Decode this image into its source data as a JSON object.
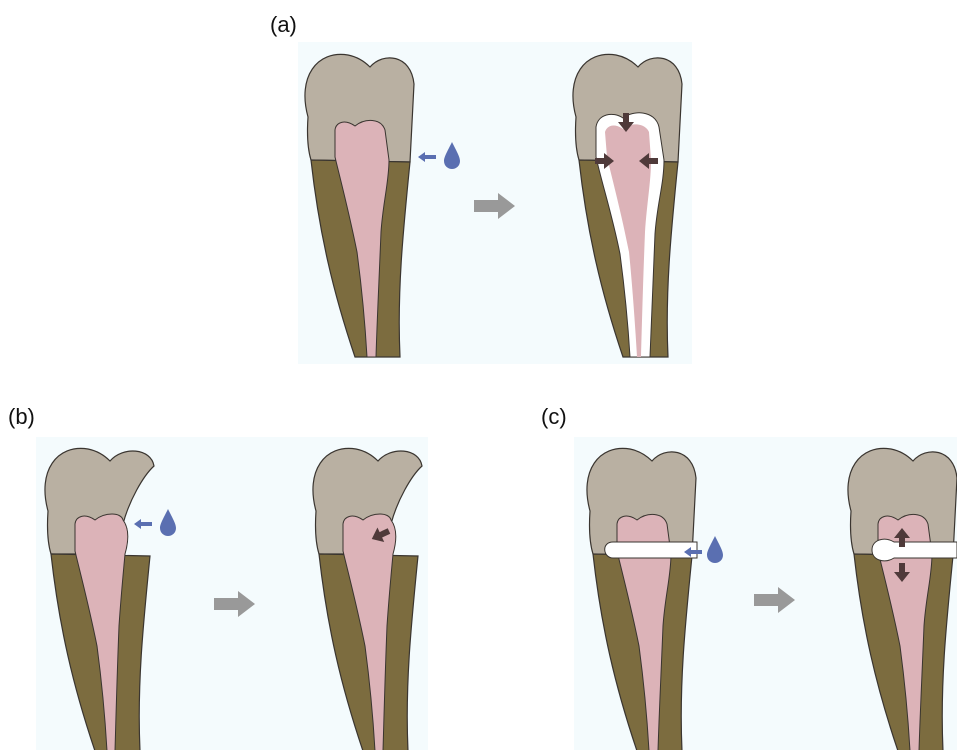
{
  "panels": [
    {
      "id": "a",
      "label": "(a)"
    },
    {
      "id": "b",
      "label": "(b)"
    },
    {
      "id": "c",
      "label": "(c)"
    }
  ],
  "colors": {
    "background": "#f4fbfd",
    "enamel": "#b9b0a2",
    "root": "#7c6c3f",
    "pulp": "#dcb3b8",
    "outline": "#3a3530",
    "water_drop": "#5a6fb1",
    "force_arrow": "#4f3a3a",
    "transition_arrow": "#999999"
  },
  "icons": {
    "stimulus": "water-drop-icon",
    "fluid_flow": "small-arrow-icon",
    "transition": "right-arrow-icon",
    "force": "dark-arrow-icon"
  }
}
